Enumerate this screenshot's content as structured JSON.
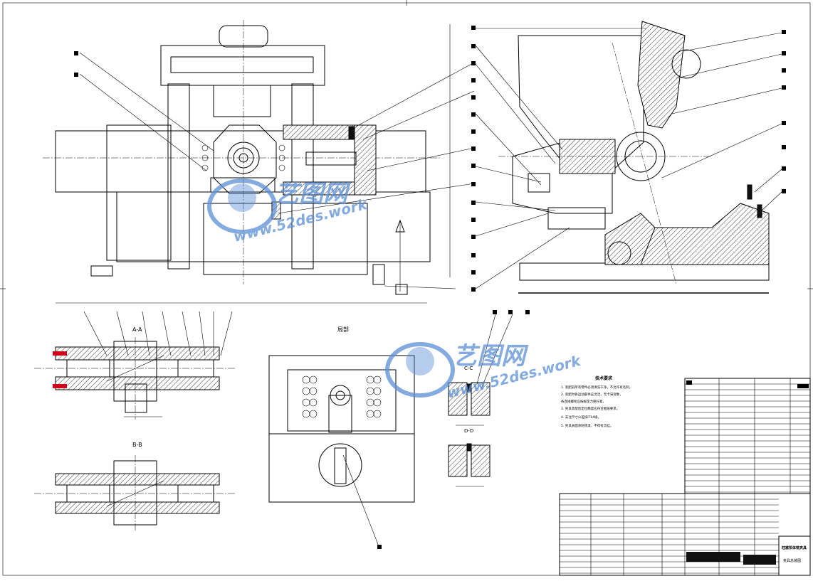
{
  "drawing": {
    "main_view_title": "",
    "section_label_left": "A-A",
    "section_label_left2": "B-B",
    "section_label_mid": "局部",
    "section_label_right": "C-C",
    "section_label_right2": "D-D"
  },
  "tech_requirements": {
    "title": "技术要求",
    "lines": [
      "1. 装配前所有零件必须清洗干净，不允许有毛刺。",
      "2. 装配时各运动部件应灵活，无卡滞现象，",
      "   各连接螺栓应按规定力矩拧紧。",
      "3. 夹具装配后定位精度应符合图纸要求。",
      "4. 未注尺寸公差按IT14级。",
      "5. 夹具表面涂防锈漆，不得有流挂。"
    ]
  },
  "title_block": {
    "drawing_name": "柱塞泵体铣夹具",
    "drawing_name2": "夹具总装图"
  },
  "watermarks": [
    {
      "brand": "艺图网",
      "url": "www.52des.work"
    },
    {
      "brand": "艺图网",
      "url": "www.52des.work"
    }
  ],
  "colors": {
    "line": "#000000",
    "watermark": "#5b8fd6",
    "callout_red": "#d0021b"
  }
}
